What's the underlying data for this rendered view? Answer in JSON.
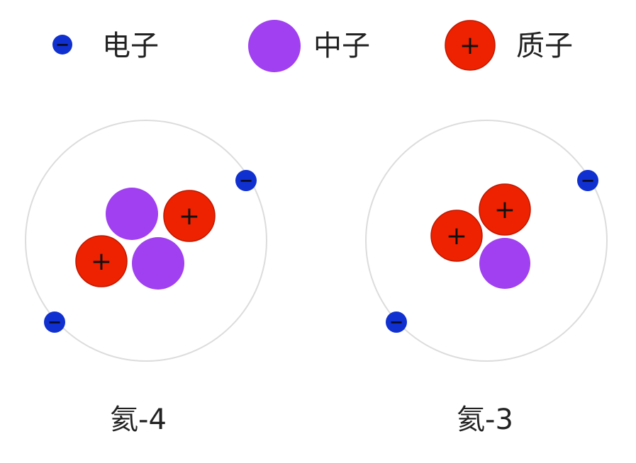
{
  "legend": {
    "electron": {
      "label": "电子",
      "sign": "−"
    },
    "neutron": {
      "label": "中子"
    },
    "proton": {
      "label": "质子",
      "sign": "+"
    }
  },
  "atoms": [
    {
      "label": "氦-4",
      "protons": 2,
      "neutrons": 2,
      "electrons": 2
    },
    {
      "label": "氦-3",
      "protons": 2,
      "neutrons": 1,
      "electrons": 2
    }
  ],
  "colors": {
    "electron": "#1030d0",
    "neutron": "#a040f0",
    "proton": "#ee2200",
    "orbit": "#dcdcdc",
    "text": "#222222"
  }
}
